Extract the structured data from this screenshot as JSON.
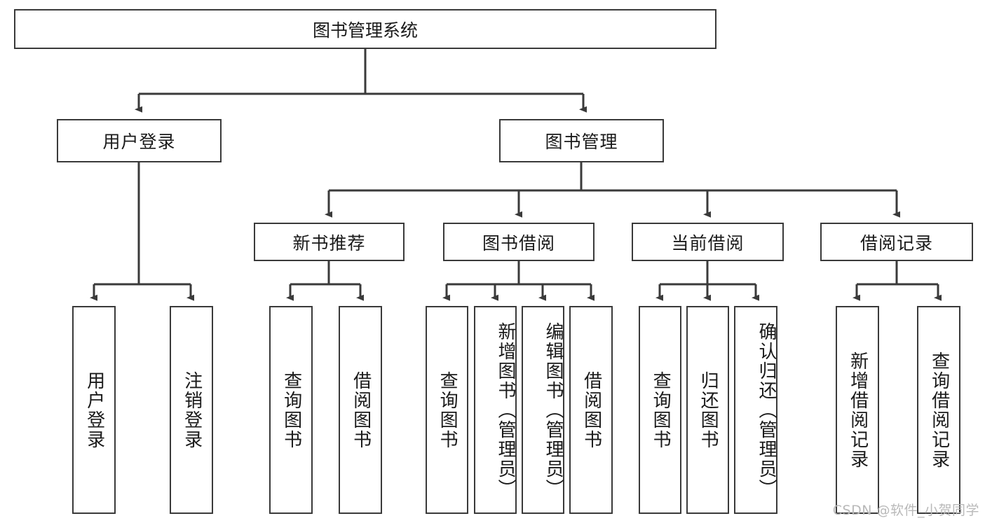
{
  "diagram": {
    "type": "tree-hierarchy",
    "title": "图书管理系统",
    "watermark": "CSDN @软件_小贺同学",
    "colors": {
      "box_border": "#3a3a3a",
      "box_fill": "#ffffff",
      "connector": "#3a3a3a",
      "text": "#1a1a1a",
      "watermark": "#b9b9b9"
    },
    "root": {
      "label": "图书管理系统"
    },
    "level2": [
      {
        "label": "用户登录"
      },
      {
        "label": "图书管理"
      }
    ],
    "level3": [
      {
        "label": "新书推荐"
      },
      {
        "label": "图书借阅"
      },
      {
        "label": "当前借阅"
      },
      {
        "label": "借阅记录"
      }
    ],
    "leaves": {
      "user_login": [
        {
          "label": "用户登录"
        },
        {
          "label": "注销登录"
        }
      ],
      "new_book_recommend": [
        {
          "label": "查询图书"
        },
        {
          "label": "借阅图书"
        }
      ],
      "book_borrow": [
        {
          "label": "查询图书"
        },
        {
          "label": "新增图书（管理员）"
        },
        {
          "label": "编辑图书（管理员）"
        },
        {
          "label": "借阅图书"
        }
      ],
      "current_borrow": [
        {
          "label": "查询图书"
        },
        {
          "label": "归还图书"
        },
        {
          "label": "确认归还（管理员）"
        }
      ],
      "borrow_record": [
        {
          "label": "新增借阅记录"
        },
        {
          "label": "查询借阅记录"
        }
      ]
    }
  }
}
